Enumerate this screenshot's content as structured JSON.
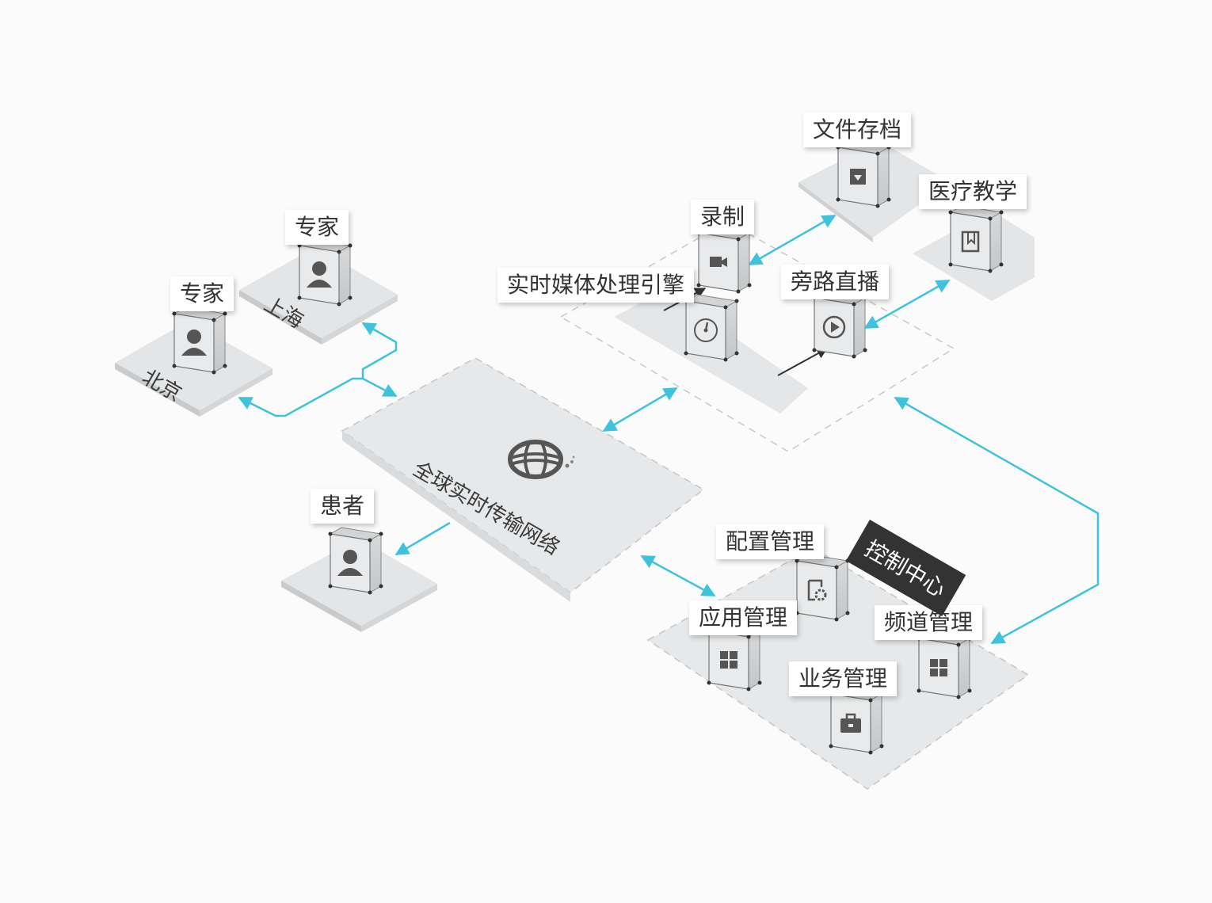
{
  "colors": {
    "background": "#fbfbfb",
    "platform": "#e6e8ea",
    "platform_edge": "#cfd1d3",
    "connector": "#3fc3dc",
    "arrow_dark": "#333333",
    "label_bg": "#ffffff",
    "label_dark_bg": "#333333"
  },
  "network": {
    "title": "全球实时传输网络",
    "icon": "globe-icon"
  },
  "sites": {
    "beijing": {
      "label": "专家",
      "location": "北京",
      "icon": "person-icon"
    },
    "shanghai": {
      "label": "专家",
      "location": "上海",
      "icon": "person-icon"
    },
    "patient": {
      "label": "患者",
      "icon": "person-icon"
    }
  },
  "media": {
    "engine": {
      "label": "实时媒体处理引擎",
      "icon": "gauge-icon"
    },
    "recording": {
      "label": "录制",
      "icon": "video-icon"
    },
    "bypass": {
      "label": "旁路直播",
      "icon": "play-icon"
    },
    "archive": {
      "label": "文件存档",
      "icon": "download-icon"
    },
    "teaching": {
      "label": "医疗教学",
      "icon": "book-icon"
    }
  },
  "control": {
    "title": "控制中心",
    "config": {
      "label": "配置管理",
      "icon": "settings-icon"
    },
    "app": {
      "label": "应用管理",
      "icon": "apps-icon"
    },
    "business": {
      "label": "业务管理",
      "icon": "briefcase-icon"
    },
    "channel": {
      "label": "频道管理",
      "icon": "apps-icon"
    }
  }
}
